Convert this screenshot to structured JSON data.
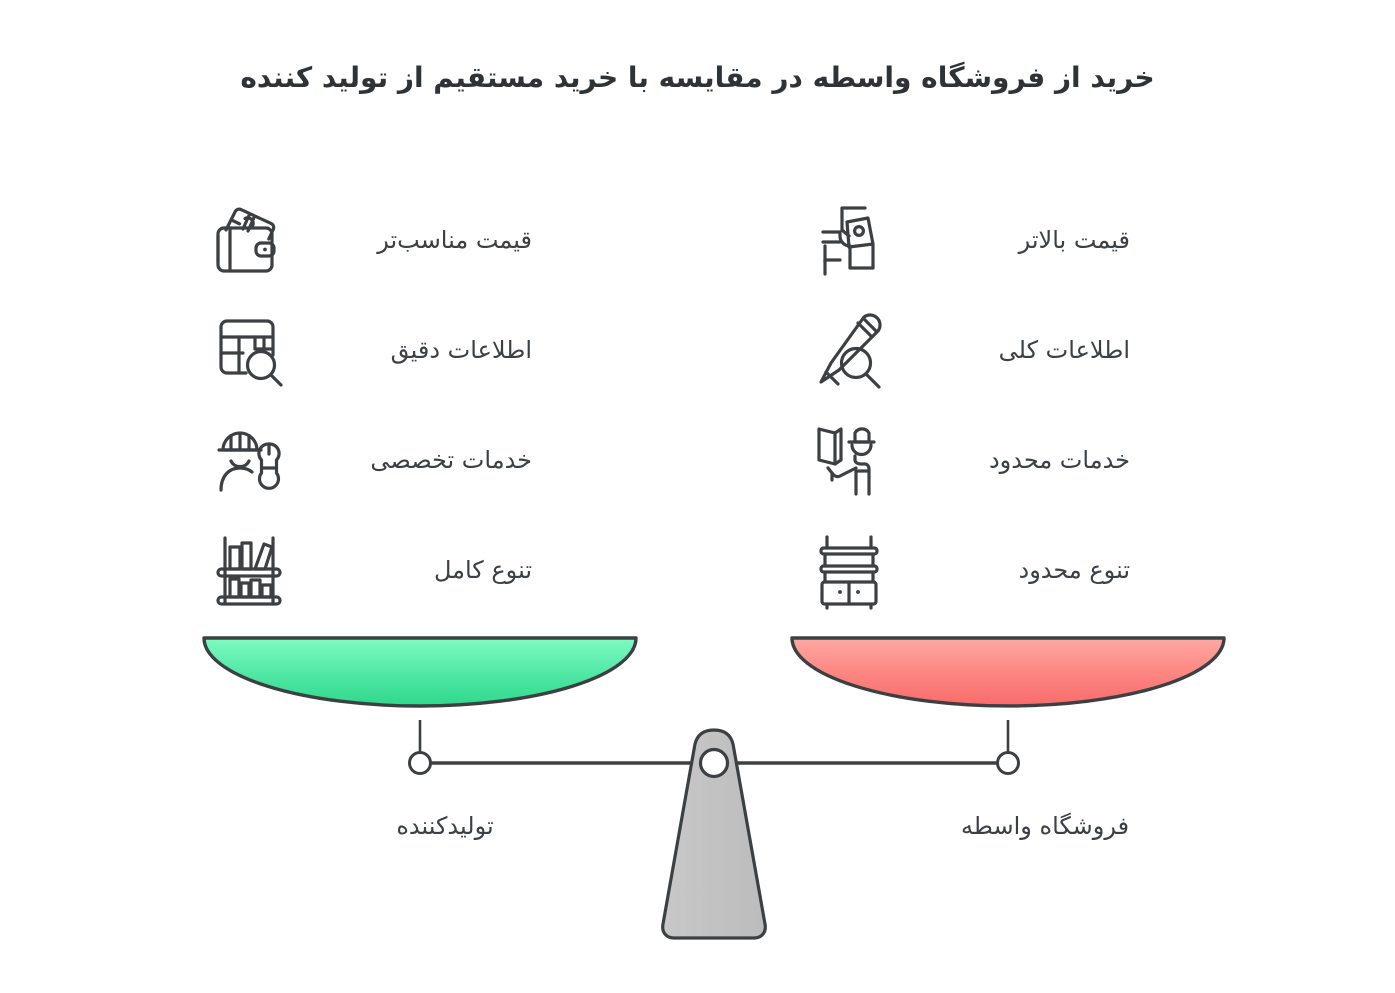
{
  "title": "خرید از فروشگاه واسطه در مقایسه با خرید مستقیم از تولید کننده",
  "colors": {
    "background": "#ffffff",
    "text": "#3a4046",
    "title_text": "#2e3338",
    "icon_stroke": "#3c4043",
    "pan_left_top": "#7dfcc0",
    "pan_left_bottom": "#2fd88c",
    "pan_right_top": "#ffa39e",
    "pan_right_bottom": "#f96b6b",
    "beam": "#3c4043",
    "fulcrum_fill": "#c4c4c4",
    "fulcrum_stroke": "#3c4043"
  },
  "left_column": {
    "side_label": "تولیدکننده",
    "items": [
      {
        "label": "قیمت مناسب‌تر",
        "icon": "wallet-cash-icon"
      },
      {
        "label": "اطلاعات دقیق",
        "icon": "table-search-icon"
      },
      {
        "label": "خدمات تخصصی",
        "icon": "worker-wrench-icon"
      },
      {
        "label": "تنوع کامل",
        "icon": "full-bookshelf-icon"
      }
    ]
  },
  "right_column": {
    "side_label": "فروشگاه واسطه",
    "items": [
      {
        "label": "قیمت بالاتر",
        "icon": "hand-price-tag-icon"
      },
      {
        "label": "اطلاعات کلی",
        "icon": "pencil-search-icon"
      },
      {
        "label": "خدمات محدود",
        "icon": "doorman-icon"
      },
      {
        "label": "تنوع محدود",
        "icon": "empty-shelf-cabinet-icon"
      }
    ]
  },
  "scale": {
    "left_pan_color": "green",
    "right_pan_color": "red",
    "state": "balanced"
  }
}
